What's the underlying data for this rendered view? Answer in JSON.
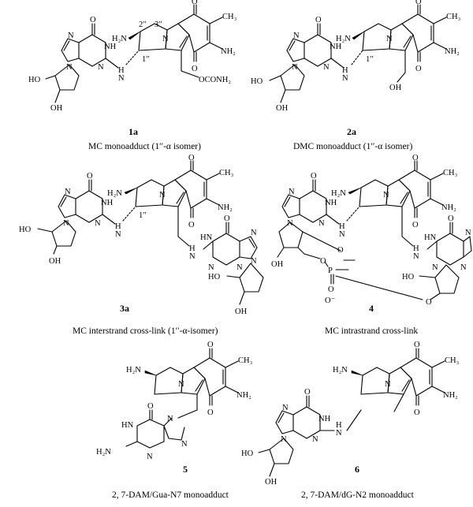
{
  "compounds": [
    {
      "number": "1a",
      "caption": "MC monoadduct (1′′-α isomer)"
    },
    {
      "number": "2a",
      "caption": "DMC monoadduct (1′′-α isomer)"
    },
    {
      "number": "3a",
      "caption": "MC interstrand cross-link (1′′-α-isomer)"
    },
    {
      "number": "4",
      "caption": "MC intrastrand cross-link"
    },
    {
      "number": "5",
      "caption": "2, 7-DAM/Gua-N7 monoadduct"
    },
    {
      "number": "6",
      "caption": "2, 7-DAM/dG-N2 monoadduct"
    }
  ],
  "atoms": {
    "O": "O",
    "N": "N",
    "NH": "NH",
    "HN": "HN",
    "H": "H",
    "NH2": "NH₂",
    "H2N": "H₂N",
    "CH3": "CH₃",
    "HO": "HO",
    "OH": "OH",
    "OCONH2": "OCONH₂",
    "P": "P",
    "Ominus": "O⁻",
    "loc_2pp": "2′′",
    "loc_3pp": "3′′",
    "loc_1pp": "1′′"
  }
}
